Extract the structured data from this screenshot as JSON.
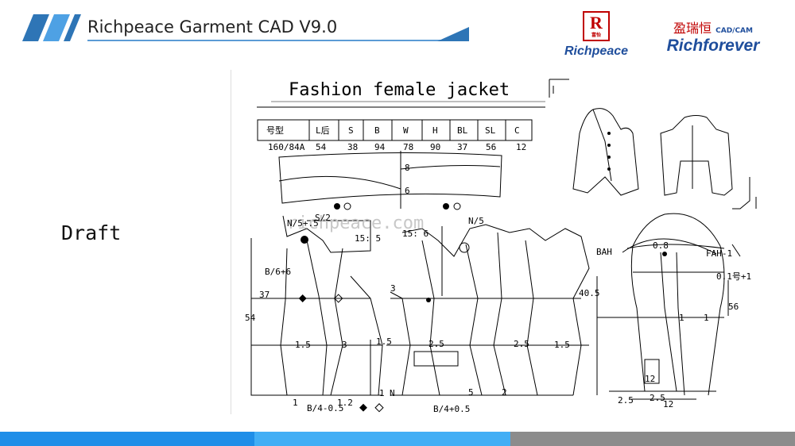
{
  "header": {
    "title": "Richpeace Garment CAD V9.0",
    "accent_color": "#2e75b6",
    "logo_icon": "blue-stripes-icon"
  },
  "brands": {
    "left": {
      "icon": "richpeace-r-logo-icon",
      "mark": "R",
      "mark_sub": "富怡",
      "name": "Richpeace"
    },
    "right": {
      "chinese": "盈瑞恒",
      "tag": "CAD/CAM",
      "name": "Richforever"
    }
  },
  "slide": {
    "label": "Draft"
  },
  "drawing": {
    "title": "Fashion female jacket",
    "watermark": "richpeace.com",
    "size_table": {
      "headers": [
        "号型",
        "L后",
        "S",
        "B",
        "W",
        "H",
        "BL",
        "SL",
        "C"
      ],
      "values": [
        "160/84A",
        "54",
        "38",
        "94",
        "78",
        "90",
        "37",
        "56",
        "12"
      ]
    },
    "collar_labels": [
      "8",
      "6"
    ],
    "pattern_labels": {
      "n5": "N/5+.5",
      "s2": "S/2",
      "n5_right": "N/5",
      "fifteen_1": "15: 5",
      "fifteen_2": "15: 6",
      "b6": "B/6+6",
      "v37": "37",
      "v54": "54",
      "v3": "3",
      "v40_5": "40.5",
      "v1_5a": "1.5",
      "v3b": "3",
      "v1_5b": "1.5",
      "v2_5a": "2.5",
      "v2_5b": "2.5",
      "v1_5c": "1.5",
      "y1": "1",
      "n": "N",
      "v5": "5",
      "v2": "2",
      "v1": "1",
      "v1_2": "1.2",
      "b4_left": "B/4-0.5",
      "b4_right": "B/4+0.5",
      "bah": "BAH",
      "fah": "FAH-1",
      "s_0_8": "0.8",
      "v0_1": "0.1号+1",
      "v56": "56",
      "v1_s1": "1",
      "v1_s2": "1",
      "v12a": "12",
      "v2_5c": "2.5",
      "v2_5d": "2.5",
      "v12b": "12"
    }
  },
  "footer": {
    "colors": [
      "#1f8ee8",
      "#42aef5",
      "#8c8c8c"
    ]
  }
}
